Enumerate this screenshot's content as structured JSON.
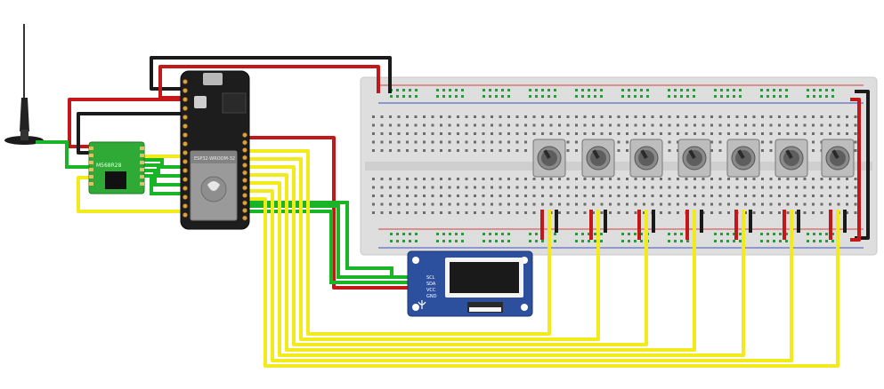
{
  "diagram": {
    "radio_module": {
      "label": "M568R28"
    },
    "mcu_board": {
      "label": "ESP32-WROOM-32"
    },
    "oled": {
      "pins": [
        "SCL",
        "SDA",
        "VCC",
        "GND"
      ]
    },
    "potentiometers": {
      "count": 7
    },
    "colors": {
      "wire_red": "#c41818",
      "wire_black": "#1a1a1a",
      "wire_green": "#19b526",
      "wire_yellow": "#f2ea1b",
      "board_green": "#2faa36",
      "oled_blue": "#2c4f9e",
      "breadboard": "#dcdcdc",
      "rail_red": "#d04040",
      "rail_blue": "#4050c0"
    }
  }
}
